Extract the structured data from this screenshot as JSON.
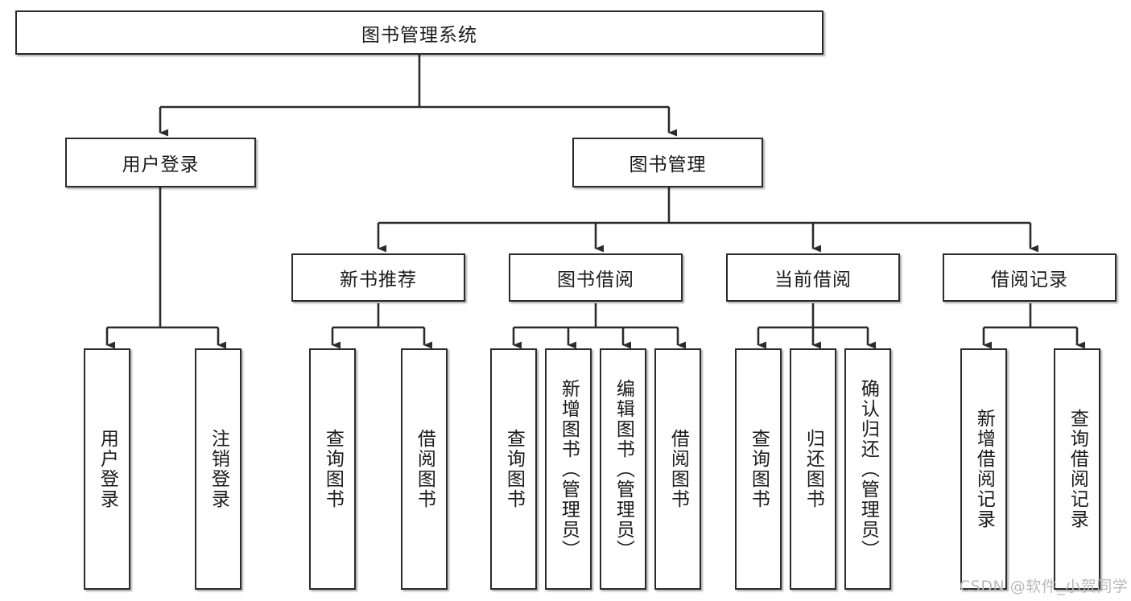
{
  "diagram": {
    "title": "图书管理系统",
    "type": "tree",
    "colors": {
      "box_border": "#2b2b2b",
      "box_fill": "#ffffff",
      "edge": "#2b2b2b",
      "text": "#1a1a1a",
      "watermark": "#b9b9b9"
    },
    "root": {
      "label": "图书管理系统"
    },
    "level2": [
      {
        "label": "用户登录"
      },
      {
        "label": "图书管理"
      }
    ],
    "level3": [
      {
        "label": "新书推荐"
      },
      {
        "label": "图书借阅"
      },
      {
        "label": "当前借阅"
      },
      {
        "label": "借阅记录"
      }
    ],
    "leaves": {
      "user_login": [
        {
          "label": "用户登录"
        },
        {
          "label": "注销登录"
        }
      ],
      "new_book_recommend": [
        {
          "label": "查询图书"
        },
        {
          "label": "借阅图书"
        }
      ],
      "book_borrow": [
        {
          "label": "查询图书"
        },
        {
          "label": "新增图书（管理员）"
        },
        {
          "label": "编辑图书（管理员）"
        },
        {
          "label": "借阅图书"
        }
      ],
      "current_borrow": [
        {
          "label": "查询图书"
        },
        {
          "label": "归还图书"
        },
        {
          "label": "确认归还（管理员）"
        }
      ],
      "borrow_record": [
        {
          "label": "新增借阅记录"
        },
        {
          "label": "查询借阅记录"
        }
      ]
    },
    "watermark": "CSDN @软件_小贺同学"
  }
}
